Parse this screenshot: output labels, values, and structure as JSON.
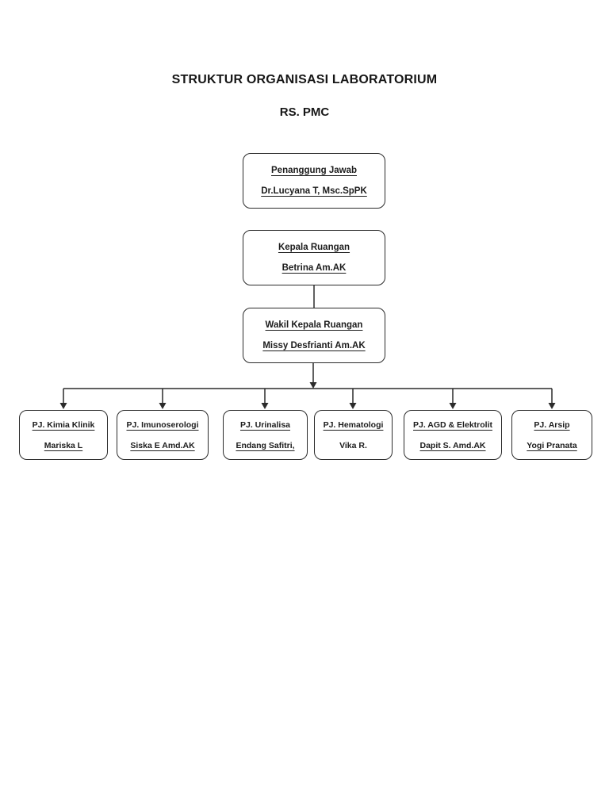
{
  "page": {
    "title": "STRUKTUR ORGANISASI LABORATORIUM",
    "subtitle": "RS. PMC"
  },
  "org_chart": {
    "top_nodes": [
      {
        "role": "Penanggung Jawab",
        "name": "Dr.Lucyana T, Msc.SpPK"
      },
      {
        "role": "Kepala Ruangan",
        "name": "Betrina Am.AK"
      },
      {
        "role": "Wakil Kepala Ruangan",
        "name": "Missy Desfrianti Am.AK"
      }
    ],
    "bottom_nodes": [
      {
        "role": "PJ. Kimia Klinik",
        "name": "Mariska L"
      },
      {
        "role": "PJ. Imunoserologi",
        "name": "Siska E Amd.AK"
      },
      {
        "role": "PJ. Urinalisa",
        "name": "Endang Safitri,"
      },
      {
        "role": "PJ. Hematologi",
        "name": "Vika R."
      },
      {
        "role": "PJ. AGD & Elektrolit",
        "name": "Dapit S. Amd.AK"
      },
      {
        "role": "PJ. Arsip",
        "name": "Yogi Pranata"
      }
    ]
  },
  "colors": {
    "background": "#ffffff",
    "text": "#1c1c1c",
    "line": "#2b2b2b"
  }
}
